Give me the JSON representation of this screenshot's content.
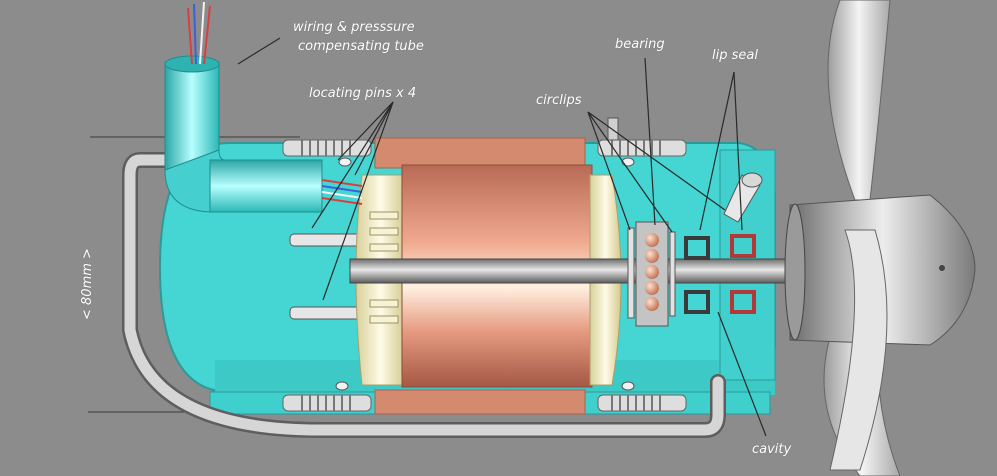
{
  "labels": {
    "wiring_line1": "wiring & presssure",
    "wiring_line2": "compensating tube",
    "locating_pins": "locating pins x 4",
    "bearing": "bearing",
    "lip_seal": "lip seal",
    "circlips": "circlips",
    "cavity": "cavity",
    "dimension": "< 80mm >"
  },
  "colors": {
    "background": "#8c8c8c",
    "housing": "#45d6d3",
    "motor_copper": "#d98c70",
    "end_cap": "#f2ebc4",
    "tube": "#c8c8c8",
    "propeller": "#cfcfcf",
    "label": "#ffffff"
  }
}
